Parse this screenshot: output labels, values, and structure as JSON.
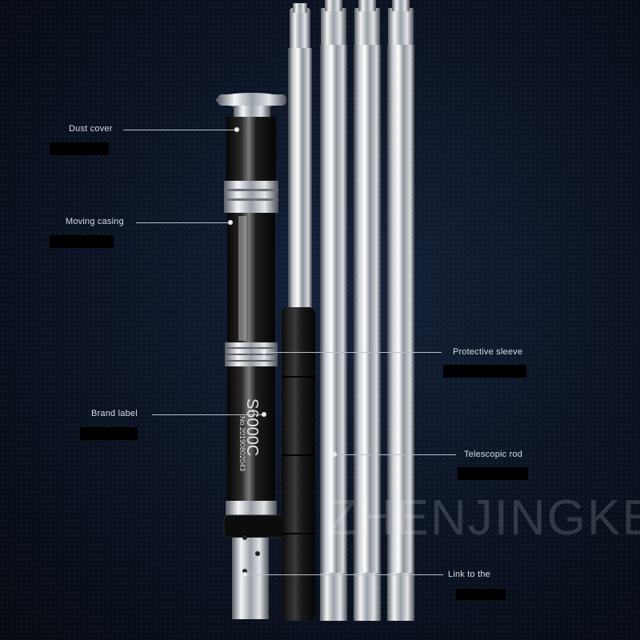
{
  "callouts": {
    "dust_cover": "Dust cover",
    "moving_casing": "Moving casing",
    "protective_sleeve": "Protective sleeve",
    "brand_label": "Brand label",
    "telescopic_rod": "Telescopic rod",
    "link_to_the": "Link to the"
  },
  "product": {
    "model": "S6000C",
    "serial": "No.20190802043"
  },
  "watermark": "ZHENJINGKE",
  "colors": {
    "background": "#0b1322",
    "label_text": "#d8dde6",
    "leader_line": "#b9c0cc"
  }
}
